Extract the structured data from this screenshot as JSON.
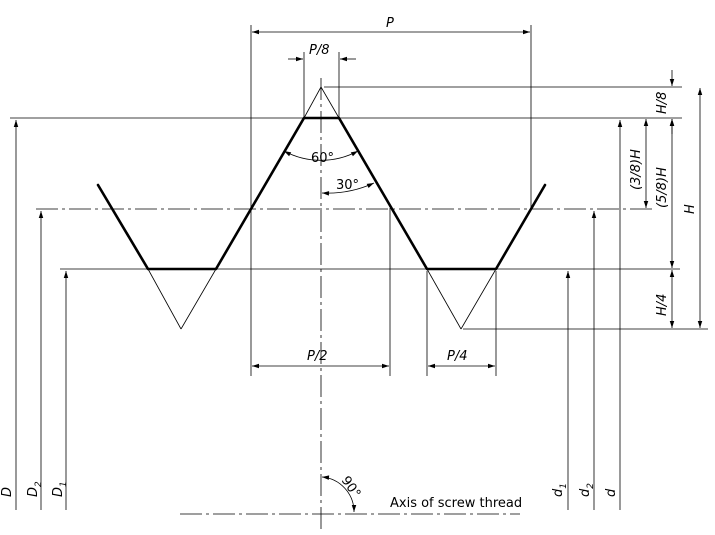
{
  "labels": {
    "P": "P",
    "P8": "P/8",
    "P2": "P/2",
    "P4": "P/4",
    "H8": "H/8",
    "H": "H",
    "H4": "H/4",
    "H38": "(3/8)H",
    "H58": "(5/8)H",
    "angle60": "60°",
    "angle30": "30°",
    "angle90": "90°",
    "D": "D",
    "D2": "D",
    "D2_sub": "2",
    "D1": "D",
    "D1_sub": "1",
    "d1": "d",
    "d1_sub": "1",
    "d2": "d",
    "d2_sub": "2",
    "d": "d",
    "axis": "Axis of screw thread"
  }
}
